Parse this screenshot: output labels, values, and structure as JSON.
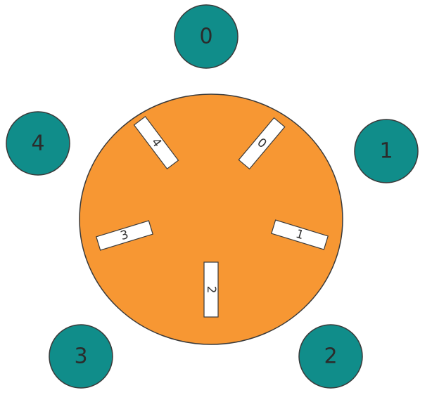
{
  "colors": {
    "table_fill": "#f79733",
    "seat_fill": "#108d8a",
    "chopstick_fill": "#ffffff",
    "stroke": "#3a3a3a"
  },
  "philosophers": [
    {
      "label": "0"
    },
    {
      "label": "1"
    },
    {
      "label": "2"
    },
    {
      "label": "3"
    },
    {
      "label": "4"
    }
  ],
  "chopsticks": [
    {
      "label": "0"
    },
    {
      "label": "1"
    },
    {
      "label": "2"
    },
    {
      "label": "3"
    },
    {
      "label": "4"
    }
  ]
}
